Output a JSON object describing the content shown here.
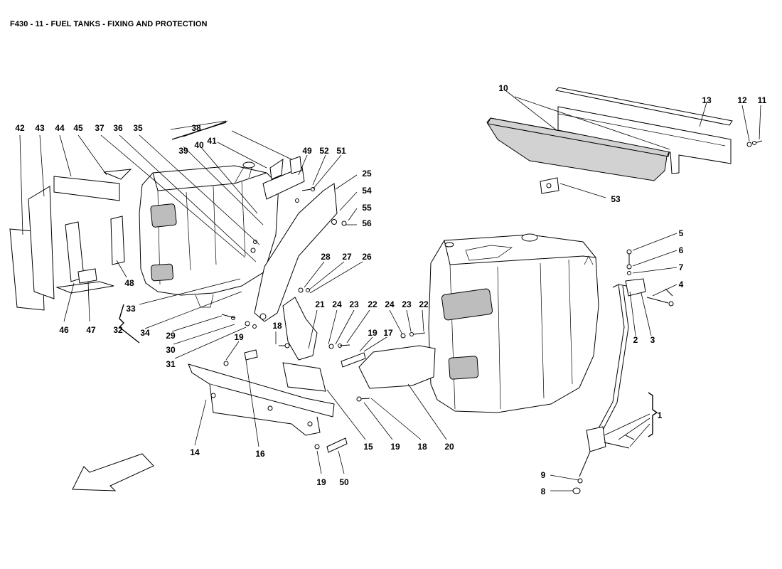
{
  "title": "F430 - 11 - FUEL TANKS - FIXING AND PROTECTION",
  "callouts": [
    {
      "n": "1"
    },
    {
      "n": "2"
    },
    {
      "n": "3"
    },
    {
      "n": "4"
    },
    {
      "n": "5"
    },
    {
      "n": "6"
    },
    {
      "n": "7"
    },
    {
      "n": "8"
    },
    {
      "n": "9"
    },
    {
      "n": "10"
    },
    {
      "n": "11"
    },
    {
      "n": "12"
    },
    {
      "n": "13"
    },
    {
      "n": "14"
    },
    {
      "n": "15"
    },
    {
      "n": "16"
    },
    {
      "n": "17"
    },
    {
      "n": "18"
    },
    {
      "n": "18"
    },
    {
      "n": "19"
    },
    {
      "n": "19"
    },
    {
      "n": "19"
    },
    {
      "n": "19"
    },
    {
      "n": "20"
    },
    {
      "n": "21"
    },
    {
      "n": "22"
    },
    {
      "n": "22"
    },
    {
      "n": "23"
    },
    {
      "n": "23"
    },
    {
      "n": "24"
    },
    {
      "n": "24"
    },
    {
      "n": "25"
    },
    {
      "n": "26"
    },
    {
      "n": "27"
    },
    {
      "n": "28"
    },
    {
      "n": "29"
    },
    {
      "n": "30"
    },
    {
      "n": "31"
    },
    {
      "n": "32"
    },
    {
      "n": "33"
    },
    {
      "n": "34"
    },
    {
      "n": "35"
    },
    {
      "n": "36"
    },
    {
      "n": "37"
    },
    {
      "n": "38"
    },
    {
      "n": "39"
    },
    {
      "n": "40"
    },
    {
      "n": "41"
    },
    {
      "n": "42"
    },
    {
      "n": "43"
    },
    {
      "n": "44"
    },
    {
      "n": "45"
    },
    {
      "n": "46"
    },
    {
      "n": "47"
    },
    {
      "n": "48"
    },
    {
      "n": "49"
    },
    {
      "n": "50"
    },
    {
      "n": "51"
    },
    {
      "n": "52"
    },
    {
      "n": "53"
    },
    {
      "n": "54"
    },
    {
      "n": "55"
    },
    {
      "n": "56"
    }
  ]
}
